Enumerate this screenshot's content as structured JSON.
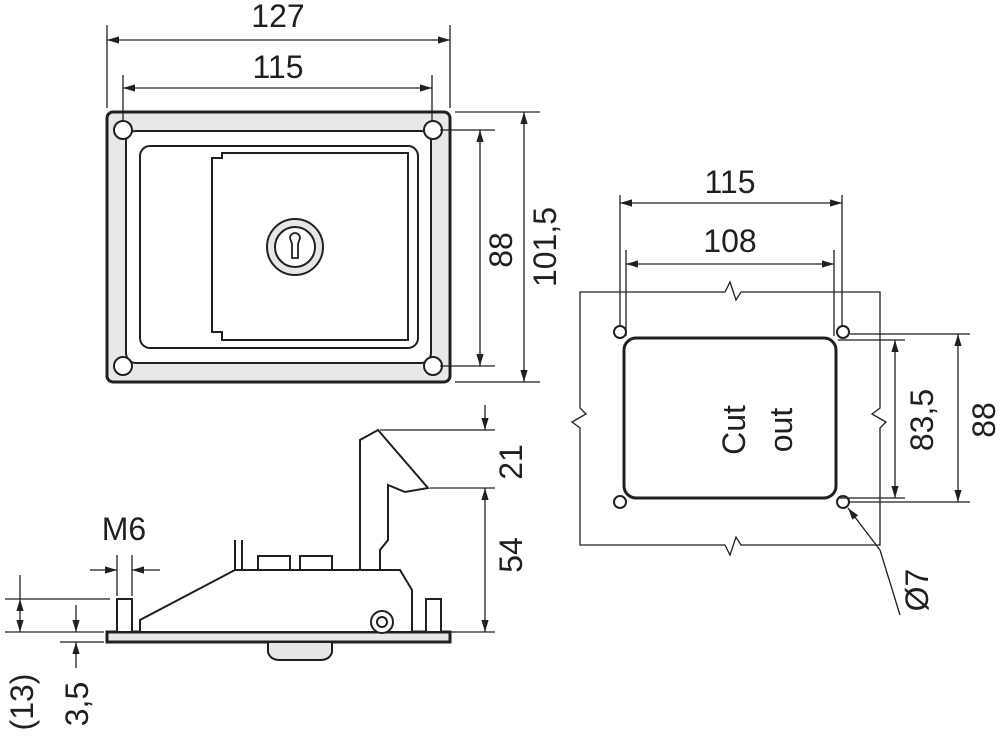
{
  "diagram": {
    "top_view": {
      "dim_overall_width": "127",
      "dim_hole_spacing_width": "115",
      "dim_hole_spacing_height": "88",
      "dim_overall_height": "101,5"
    },
    "cutout_view": {
      "dim_hole_spacing_width": "115",
      "dim_cutout_width": "108",
      "dim_cutout_height": "83,5",
      "dim_hole_spacing_height": "88",
      "cutout_label_line1": "Cut",
      "cutout_label_line2": "out",
      "dim_hole_diameter": "Ø7"
    },
    "side_view": {
      "dim_thread": "M6",
      "dim_handle_height": "21",
      "dim_body_height": "54",
      "dim_stud_height": "(13)",
      "dim_plate_thickness": "3,5"
    },
    "colors": {
      "line": "#231f20",
      "fill": "#e8e8e8"
    }
  }
}
